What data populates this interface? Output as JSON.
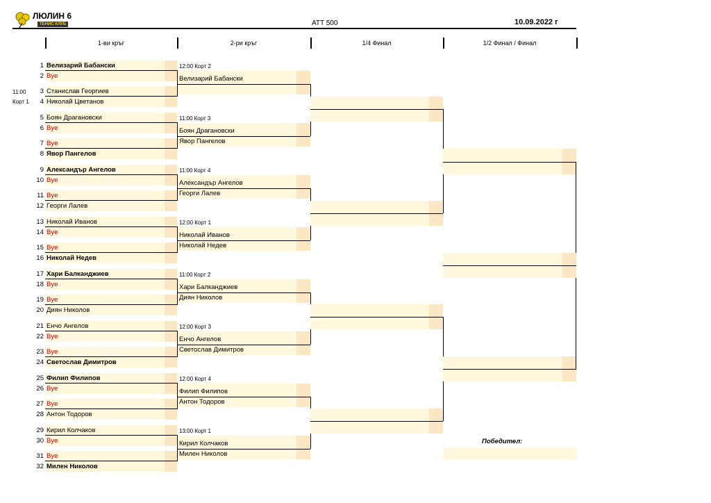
{
  "header": {
    "logo_title": "ЛЮЛИН 6",
    "logo_subtitle": "ТЕНИС КЛУБ",
    "event": "ATT 500",
    "date": "10.09.2022 г"
  },
  "rounds": [
    "1-ви кръг",
    "2-ри кръг",
    "1/4 Финал",
    "1/2 Финал / Финал"
  ],
  "schedule_left": {
    "time": "11:00",
    "court": "Корт 1"
  },
  "r1": [
    {
      "n": "1",
      "name": "Велизарий Бабански",
      "bold": true
    },
    {
      "n": "2",
      "name": "Bye",
      "bye": true
    },
    {
      "n": "3",
      "name": "Станислав Георгиев"
    },
    {
      "n": "4",
      "name": "Николай Цветанов"
    },
    {
      "n": "5",
      "name": "Боян Драгановски"
    },
    {
      "n": "6",
      "name": "Bye",
      "bye": true
    },
    {
      "n": "7",
      "name": "Bye",
      "bye": true
    },
    {
      "n": "8",
      "name": "Явор Пангелов",
      "bold": true
    },
    {
      "n": "9",
      "name": "Александър Ангелов",
      "bold": true
    },
    {
      "n": "10",
      "name": "Bye",
      "bye": true
    },
    {
      "n": "11",
      "name": "Bye",
      "bye": true
    },
    {
      "n": "12",
      "name": "Георги Лалев"
    },
    {
      "n": "13",
      "name": "Николай Иванов"
    },
    {
      "n": "14",
      "name": "Bye",
      "bye": true
    },
    {
      "n": "15",
      "name": "Bye",
      "bye": true
    },
    {
      "n": "16",
      "name": "Николай Недев",
      "bold": true
    },
    {
      "n": "17",
      "name": "Хари Балканджиев",
      "bold": true
    },
    {
      "n": "18",
      "name": "Bye",
      "bye": true
    },
    {
      "n": "19",
      "name": "Bye",
      "bye": true
    },
    {
      "n": "20",
      "name": "Диян Николов"
    },
    {
      "n": "21",
      "name": "Енчо Ангелов"
    },
    {
      "n": "22",
      "name": "Bye",
      "bye": true
    },
    {
      "n": "23",
      "name": "Bye",
      "bye": true
    },
    {
      "n": "24",
      "name": "Светослав Димитров",
      "bold": true
    },
    {
      "n": "25",
      "name": "Филип Филипов",
      "bold": true
    },
    {
      "n": "26",
      "name": "Bye",
      "bye": true
    },
    {
      "n": "27",
      "name": "Bye",
      "bye": true
    },
    {
      "n": "28",
      "name": "Антон Тодоров"
    },
    {
      "n": "29",
      "name": "Кирил Колчаков"
    },
    {
      "n": "30",
      "name": "Bye",
      "bye": true
    },
    {
      "n": "31",
      "name": "Bye",
      "bye": true
    },
    {
      "n": "32",
      "name": "Милен Николов",
      "bold": true
    }
  ],
  "r2": [
    {
      "info": "12:00  Корт 2",
      "p1": "Велизарий Бабански",
      "p2": ""
    },
    {
      "info": "11:00  Корт 3",
      "p1": "Боян Драгановски",
      "p2": "Явор Пангелов"
    },
    {
      "info": "11:00  Корт 4",
      "p1": "Александър Ангелов",
      "p2": "Георги Лалев"
    },
    {
      "info": "12:00  Корт 1",
      "p1": "Николай Иванов",
      "p2": "Николай Недев"
    },
    {
      "info": "11:00  Корт 2",
      "p1": "Хари Балканджиев",
      "p2": "Диян Николов"
    },
    {
      "info": "12:00  Корт 3",
      "p1": "Енчо Ангелов",
      "p2": "Светослав Димитров"
    },
    {
      "info": "12:00  Корт 4",
      "p1": "Филип Филипов",
      "p2": "Антон Тодоров"
    },
    {
      "info": "13:00  Корт 1",
      "p1": "Кирил Колчаков",
      "p2": "Милен Николов"
    }
  ],
  "winner_label": "Победител:",
  "colors": {
    "fill": "#fff8dc",
    "fill_dark": "#fbe7c4",
    "bye": "#c00000"
  }
}
